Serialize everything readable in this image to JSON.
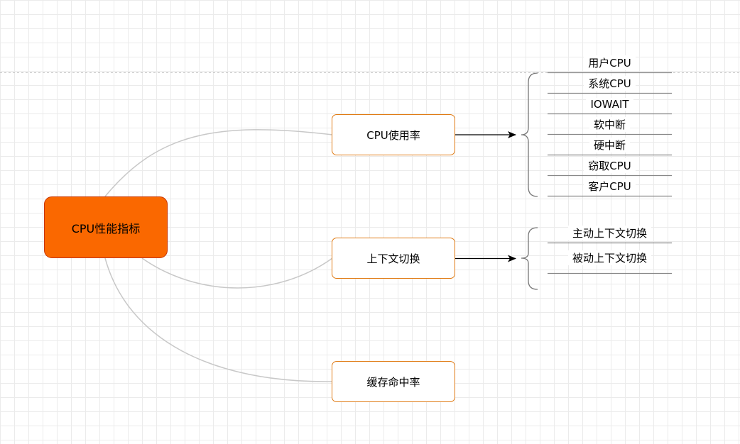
{
  "diagram": {
    "root": {
      "label": "CPU性能指标"
    },
    "branches": [
      {
        "label": "CPU使用率",
        "items": [
          "用户CPU",
          "系统CPU",
          "IOWAIT",
          "软中断",
          "硬中断",
          "窃取CPU",
          "客户CPU"
        ]
      },
      {
        "label": "上下文切换",
        "items": [
          "主动上下文切换",
          "被动上下文切换"
        ]
      },
      {
        "label": "缓存命中率",
        "items": []
      }
    ]
  },
  "colors": {
    "root_fill": "#fa6800",
    "root_border": "#c73500",
    "node_border": "#e07b14",
    "curve": "#c8c8c8",
    "bracket": "#777777",
    "separator": "#888888",
    "grid": "#ebebeb"
  }
}
